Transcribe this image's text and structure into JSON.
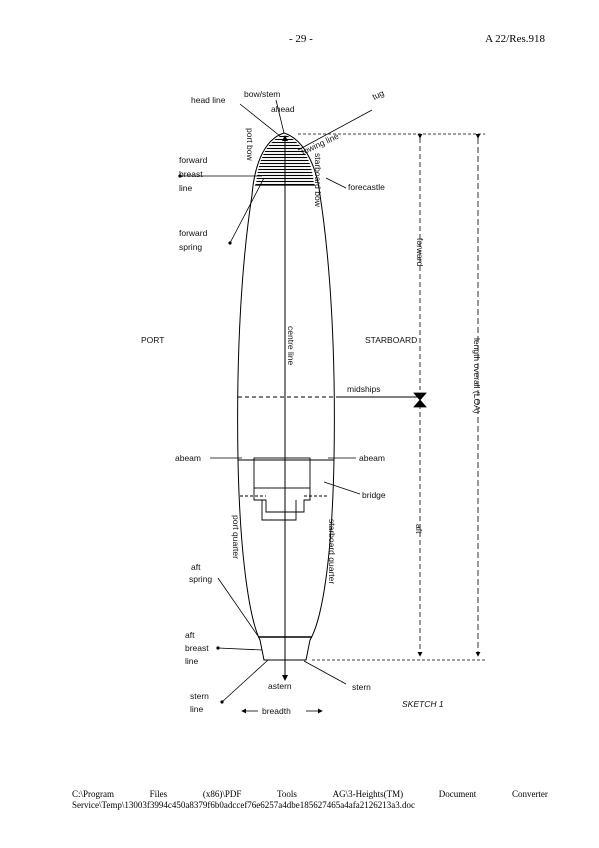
{
  "header": {
    "page_number": "- 29 -",
    "document_ref": "A 22/Res.918"
  },
  "sketch": {
    "caption": "SKETCH 1",
    "labels": {
      "head_line": "head line",
      "bow_stem": "bow/stem",
      "ahead": "ahead",
      "tug": "tug",
      "towing_line": "towing line",
      "port_bow": "port bow",
      "starboard_bow": "starboard bow",
      "forward_breast": "forward",
      "forward_breast_2": "breast",
      "forward_breast_3": "line",
      "forecastle": "forecastle",
      "forward_spring_1": "forward",
      "forward_spring_2": "spring",
      "forward": "forward",
      "port": "PORT",
      "starboard": "STARBOARD",
      "centre_line": "centre line",
      "length_overall": "length overall (LOA)",
      "midships": "midships",
      "abeam_left": "abeam",
      "abeam_right": "abeam",
      "bridge": "bridge",
      "aft": "aft",
      "port_quarter": "port quarter",
      "starboard_quarter": "starboard quarter",
      "aft_spring_1": "aft",
      "aft_spring_2": "spring",
      "aft_breast_1": "aft",
      "aft_breast_2": "breast",
      "aft_breast_3": "line",
      "astern": "astern",
      "stern": "stern",
      "stern_line_1": "stern",
      "stern_line_2": "line",
      "breadth": "breadth"
    }
  },
  "footer": {
    "path_words": [
      "C:\\Program",
      "Files",
      "(x86)\\PDF",
      "Tools",
      "AG\\3-Heights(TM)",
      "Document",
      "Converter"
    ],
    "path_line2": "Service\\Temp\\13003f3994c450a8379f6b0adccef76e6257a4dbe185627465a4afa2126213a3.doc"
  }
}
